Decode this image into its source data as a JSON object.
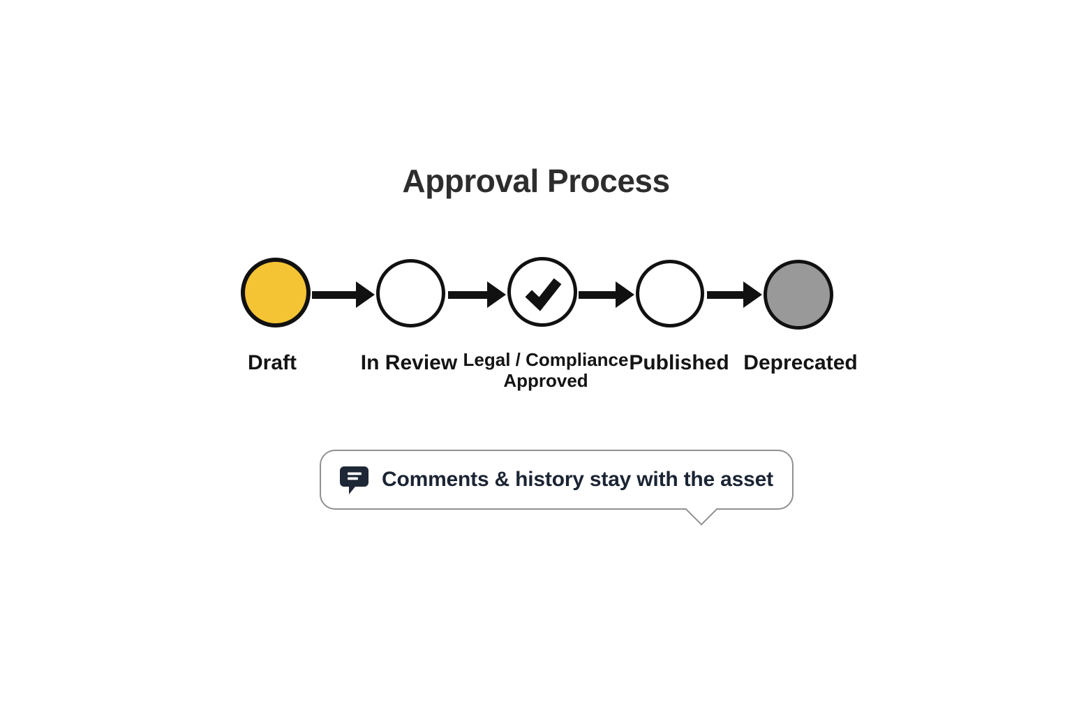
{
  "title": "Approval Process",
  "flow": {
    "stages": [
      {
        "label": "Draft",
        "state": "current",
        "fill": "#F5C434"
      },
      {
        "label": "In Review",
        "state": "pending",
        "fill": "#ffffff"
      },
      {
        "label": "Legal / Compliance Approved",
        "state": "approved",
        "fill": "#ffffff",
        "icon": "checkmark-icon"
      },
      {
        "label": "Published",
        "state": "pending",
        "fill": "#ffffff"
      },
      {
        "label": "Deprecated",
        "state": "inactive",
        "fill": "#999999"
      }
    ]
  },
  "callout": {
    "text": "Comments & history stay with the asset",
    "icon": "comment-icon"
  },
  "colors": {
    "background": "#ffffff",
    "stroke": "#111111",
    "title_text": "#2d2d2d",
    "label_text": "#141414",
    "draft_fill": "#F5C434",
    "deprecated_fill": "#999999",
    "callout_border": "#909090",
    "callout_text": "#1b2433",
    "comment_icon_fill": "#1e2736"
  }
}
